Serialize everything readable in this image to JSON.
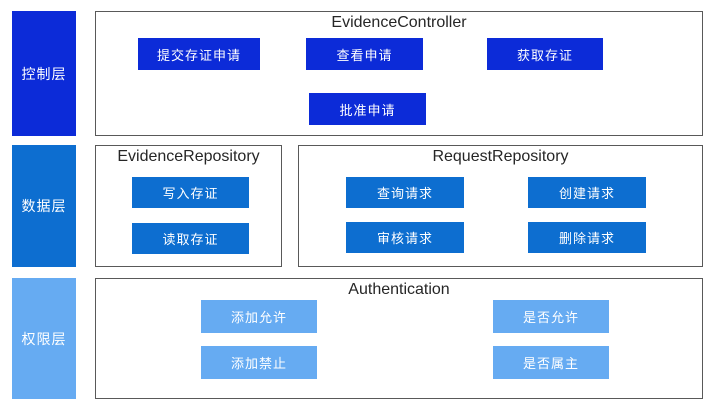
{
  "diagram": {
    "layers": [
      {
        "label": "控制层",
        "color": "#0c2bd8"
      },
      {
        "label": "数据层",
        "color": "#0d6ed0"
      },
      {
        "label": "权限层",
        "color": "#66abf2"
      }
    ],
    "controller": {
      "title": "EvidenceController",
      "buttons": {
        "submit": "提交存证申请",
        "view": "查看申请",
        "get": "获取存证",
        "approve": "批准申请"
      }
    },
    "evidence_repository": {
      "title": "EvidenceRepository",
      "buttons": {
        "write": "写入存证",
        "read": "读取存证"
      }
    },
    "request_repository": {
      "title": "RequestRepository",
      "buttons": {
        "query": "查询请求",
        "create": "创建请求",
        "review": "审核请求",
        "delete": "删除请求"
      }
    },
    "authentication": {
      "title": "Authentication",
      "buttons": {
        "add_allow": "添加允许",
        "is_allowed": "是否允许",
        "add_deny": "添加禁止",
        "is_owner": "是否属主"
      }
    },
    "colors": {
      "control_blue": "#0c2bd8",
      "data_blue": "#0d6ed0",
      "permission_blue": "#66abf2",
      "border_gray": "#595959",
      "title_text": "#262626"
    }
  }
}
